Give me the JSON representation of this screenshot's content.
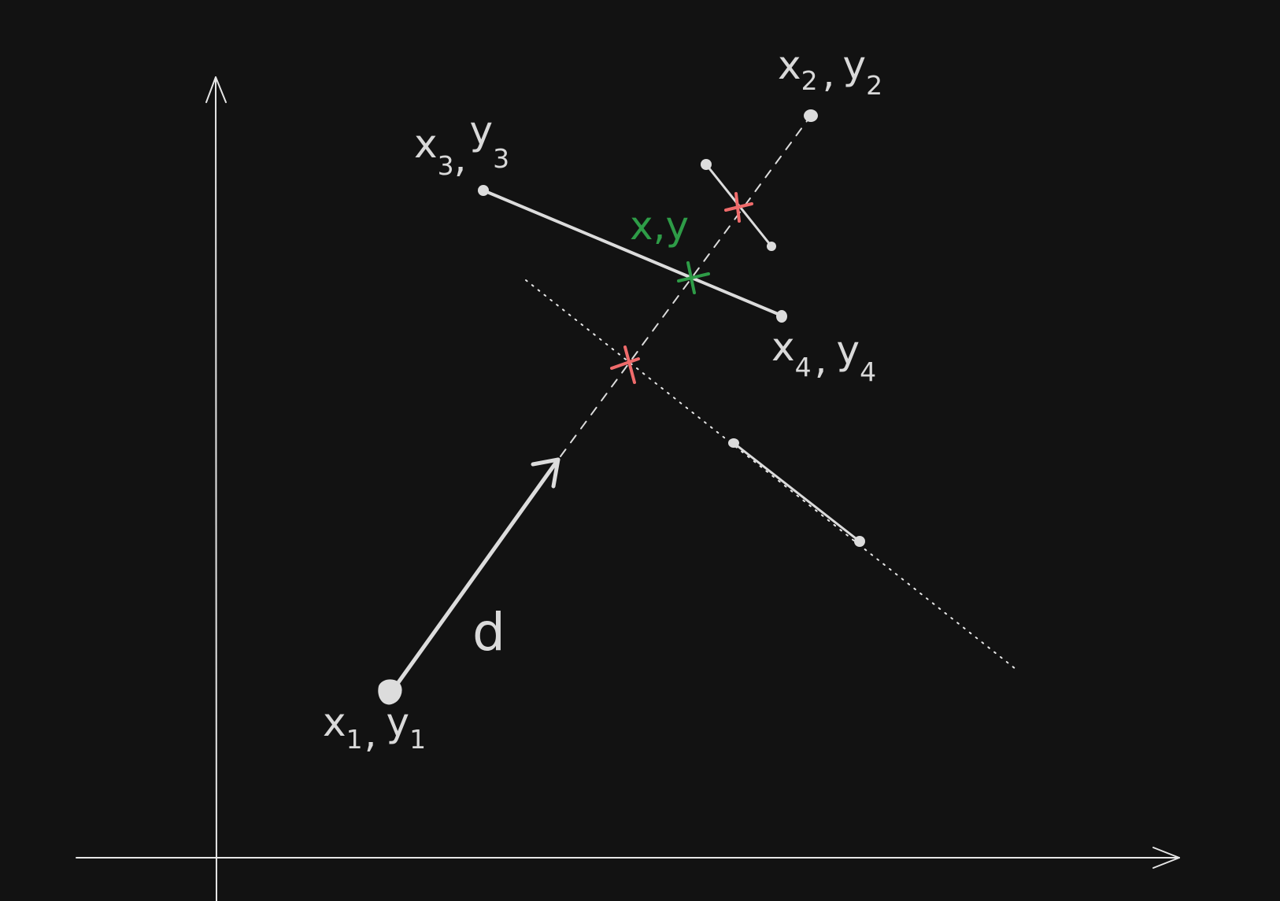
{
  "colors": {
    "background": "#121212",
    "stroke": "#dcdcdc",
    "axis": "#e6e6e6",
    "intersection_hit": "#2e9c47",
    "intersection_miss": "#ef6b6b"
  },
  "labels": {
    "p1": {
      "main_x": "x",
      "sub_x": "1",
      "sep": ",",
      "main_y": "y",
      "sub_y": "1"
    },
    "p2": {
      "main_x": "x",
      "sub_x": "2",
      "sep": ",",
      "main_y": "y",
      "sub_y": "2"
    },
    "p3": {
      "main_x": "x",
      "sub_x": "3",
      "sep": ",",
      "main_y": "y",
      "sub_y": "3"
    },
    "p4": {
      "main_x": "x",
      "sub_x": "4",
      "sep": ",",
      "main_y": "y",
      "sub_y": "4"
    },
    "intersection": "x,y",
    "direction": "d"
  }
}
